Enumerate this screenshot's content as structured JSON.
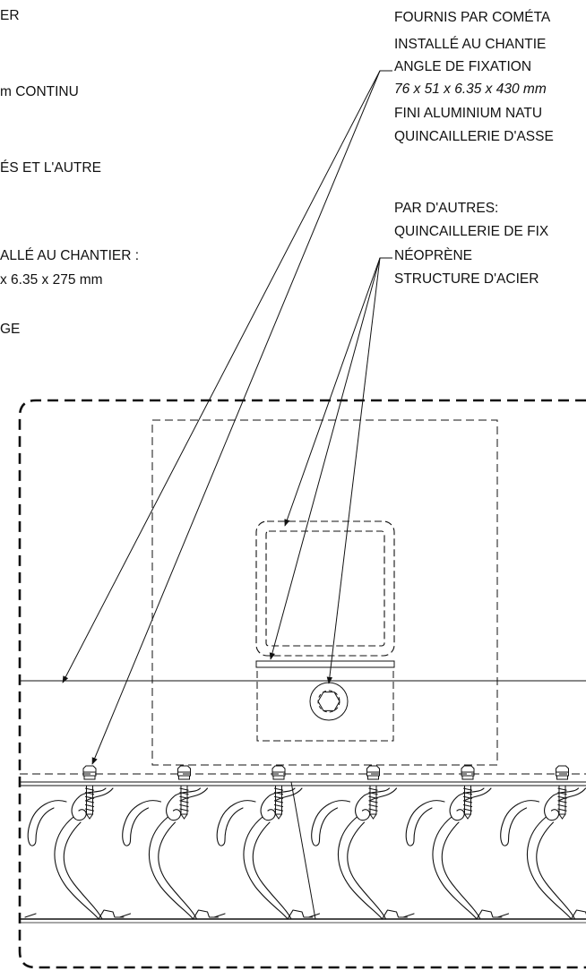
{
  "colors": {
    "line": "#111111",
    "background": "#ffffff"
  },
  "left_notes": [
    "ER",
    "m CONTINU",
    "ÉS ET L'AUTRE",
    "ALLÉ AU CHANTIER :",
    "x 6.35 x 275 mm",
    "GE"
  ],
  "supplied_by_cometal": {
    "heading": "FOURNIS PAR COMÉTA",
    "lines": [
      "INSTALLÉ AU CHANTIE",
      "ANGLE DE FIXATION",
      "76 x 51 x 6.35 x 430 mm",
      "FINI ALUMINIUM NATU",
      "QUINCAILLERIE D'ASSE"
    ]
  },
  "supplied_by_others": {
    "heading": "PAR D'AUTRES:",
    "lines": [
      "QUINCAILLERIE DE FIX",
      "NÉOPRÈNE",
      "STRUCTURE D'ACIER"
    ]
  },
  "screws": {
    "count": 6
  },
  "blade_profiles": {
    "count": 6
  }
}
